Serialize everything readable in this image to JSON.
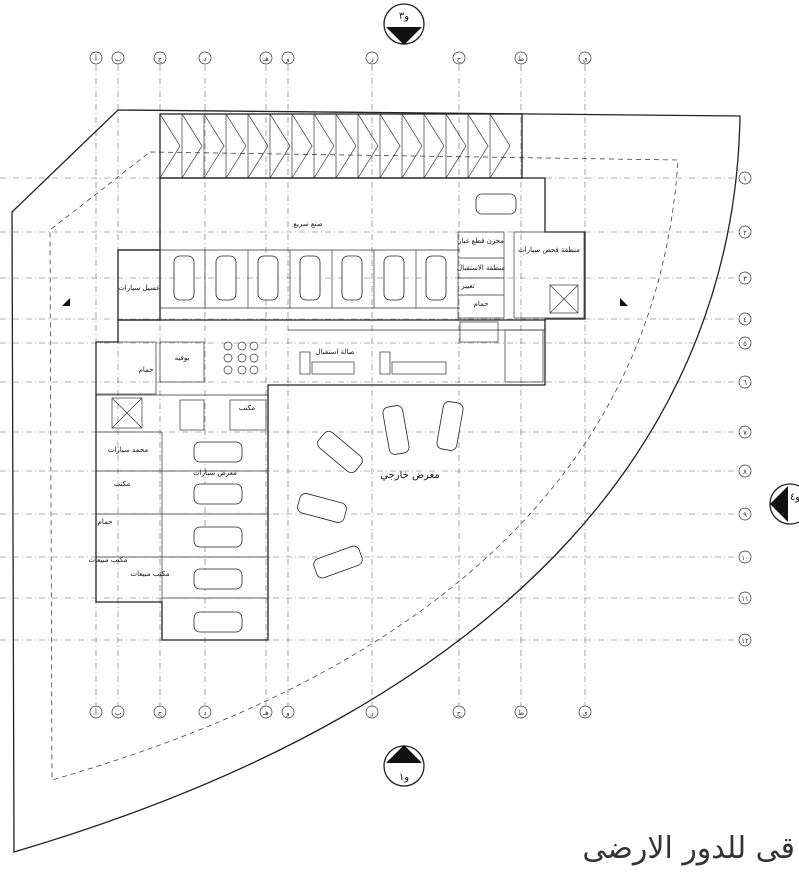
{
  "drawing": {
    "title": "قى للدور الارضى",
    "section_top": "و٣",
    "section_bottom": "و١",
    "section_right": "و٤"
  },
  "grid": {
    "columns": [
      "أ",
      "ب",
      "ج",
      "د",
      "هـ",
      "و",
      "ز",
      "ح",
      "ط",
      "ي"
    ],
    "rows": [
      "١",
      "٢",
      "٣",
      "٤",
      "٥",
      "٦",
      "٧",
      "٨",
      "٩",
      "١٠",
      "١١",
      "١٢"
    ]
  },
  "rooms": {
    "quick_service": "صنع سريع",
    "car_wash": "غسيل سيارات",
    "parts_store": "مخزن قطع غيار",
    "car_inspection": "منطقة فحص سيارات",
    "reception": "منطقة الاستقبال",
    "waiting": "صالة استقبال",
    "buffet": "بوفيه",
    "wc_1": "حمام",
    "wc_2": "حمام",
    "wc_3": "حمام",
    "office_1": "مكتب",
    "office_2": "مكتب",
    "cars_office": "مكتب مبيعات",
    "sales_office": "مكتب مبيعات",
    "car_prep": "معرض سيارات",
    "car_stock": "محمد سيارات",
    "outdoor_show": "معرض خارجي",
    "dressing": "تغيير"
  }
}
